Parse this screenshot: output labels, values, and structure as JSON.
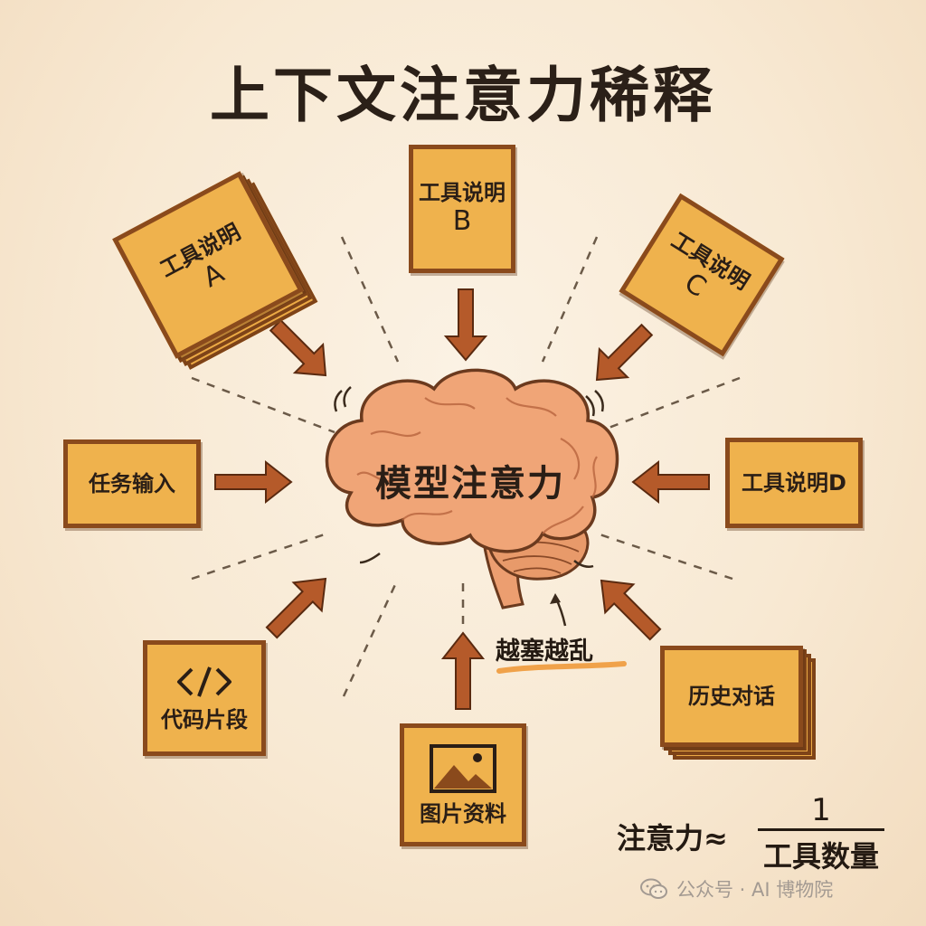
{
  "title": "上下文注意力稀释",
  "center": {
    "label": "模型注意力"
  },
  "cards": {
    "tool_a": {
      "label": "工具说明",
      "letter": "A"
    },
    "tool_b": {
      "label": "工具说明",
      "letter": "B"
    },
    "tool_c": {
      "label": "工具说明",
      "letter": "C"
    },
    "tool_d": {
      "label": "工具说明D"
    },
    "task_input": {
      "label": "任务输入"
    },
    "code_snippet": {
      "label": "代码片段",
      "icon": "code-icon"
    },
    "image_material": {
      "label": "图片资料",
      "icon": "image-icon"
    },
    "history": {
      "label": "历史对话"
    }
  },
  "annotation": {
    "text": "越塞越乱"
  },
  "formula": {
    "lhs": "注意力≈",
    "numerator": "1",
    "denominator": "工具数量"
  },
  "watermark": {
    "text": "公众号 · AI 博物院",
    "icon": "wechat-icon"
  },
  "colors": {
    "background": "#f8ead6",
    "card_fill": "#efb24d",
    "card_border": "#8a4a1c",
    "arrow": "#b55a2a",
    "brain": "#f0a577",
    "underline": "#f0a24a"
  }
}
